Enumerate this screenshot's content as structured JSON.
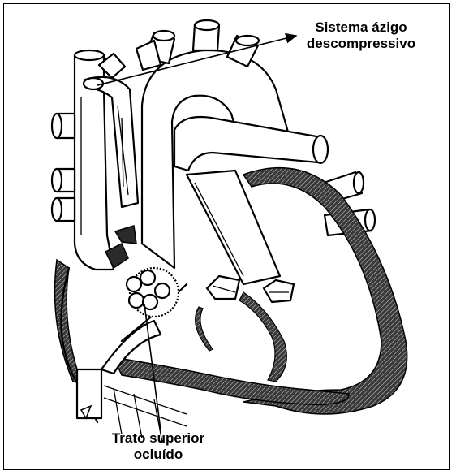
{
  "figure": {
    "labels": {
      "azygos_line1": "Sistema ázigo",
      "azygos_line2": "descompressivo",
      "superior_line1": "Trato superior",
      "superior_line2": "ocluído"
    },
    "colors": {
      "background": "#ffffff",
      "ink": "#000000",
      "shading": "#2a2a2a"
    }
  }
}
